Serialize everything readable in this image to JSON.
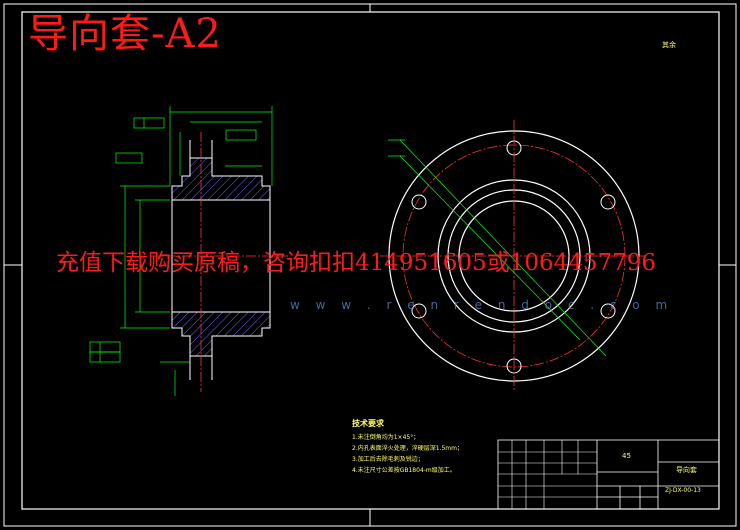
{
  "title": "导向套-A2",
  "ad_text": "充值下载购买原稿，咨询扣扣414951605或1064457796",
  "watermark": "w w w . r e n r e n d o c . c o m",
  "roughness_note": "其余",
  "tech_notes": {
    "heading": "技术要求",
    "items": [
      "1.未注倒角均为1×45°；",
      "2.内孔表面淬火处理，淬硬层深1.5mm；",
      "3.加工后去除毛刺及锐边；",
      "4.未注尺寸公差按GB1804-m级加工。"
    ]
  },
  "title_block": {
    "part_name": "导向套",
    "drawing_code": "ZJ-DX-00-13",
    "material": "45"
  },
  "colors": {
    "frame": "#ffffff",
    "outline": "#ffffff",
    "dimension": "#00ff00",
    "centerline": "#ff3333",
    "hatch": "#6666ff",
    "text": "#ffff66",
    "red_text": "#ff1a1a"
  }
}
